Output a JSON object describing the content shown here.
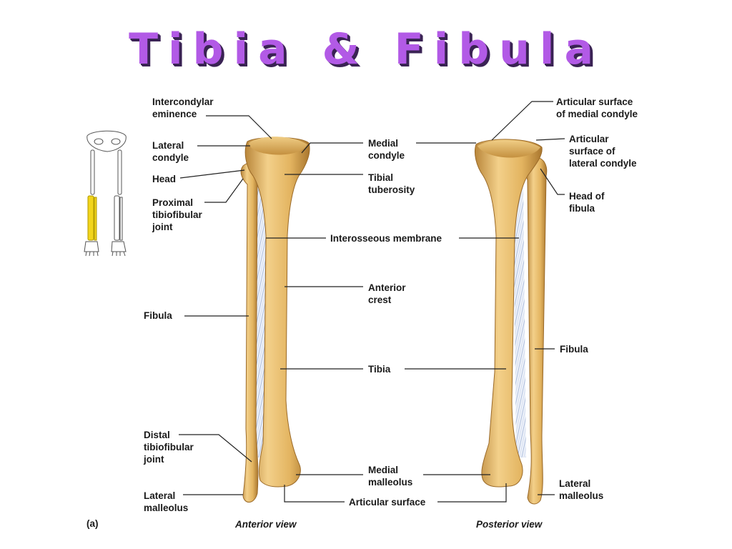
{
  "title": "Tibia & Fibula",
  "figure_tag": "(a)",
  "views": {
    "anterior": "Anterior view",
    "posterior": "Posterior view"
  },
  "labels_anterior_left": {
    "intercondylar_eminence": "Intercondylar\neminence",
    "lateral_condyle": "Lateral\ncondyle",
    "head": "Head",
    "proximal_joint": "Proximal\ntibiofibular\njoint",
    "fibula": "Fibula",
    "distal_joint": "Distal\ntibiofibular\njoint",
    "lateral_malleolus": "Lateral\nmalleolus"
  },
  "labels_center": {
    "medial_condyle": "Medial\ncondyle",
    "tibial_tuberosity": "Tibial\ntuberosity",
    "interosseous_membrane": "Interosseous membrane",
    "anterior_crest": "Anterior\ncrest",
    "tibia": "Tibia",
    "medial_malleolus": "Medial\nmalleolus",
    "articular_surface": "Articular surface"
  },
  "labels_posterior_right": {
    "articular_surface_medial": "Articular surface\nof medial condyle",
    "articular_surface_lateral": "Articular\nsurface of\nlateral condyle",
    "head_of_fibula": "Head of\nfibula",
    "fibula": "Fibula",
    "lateral_malleolus": "Lateral\nmalleolus"
  },
  "colors": {
    "title": "#b25ae6",
    "bone": "#e8bd6a",
    "bone_shadow": "#b9863a",
    "membrane": "#c9d6ee",
    "highlight_bone": "#f2d51c"
  }
}
